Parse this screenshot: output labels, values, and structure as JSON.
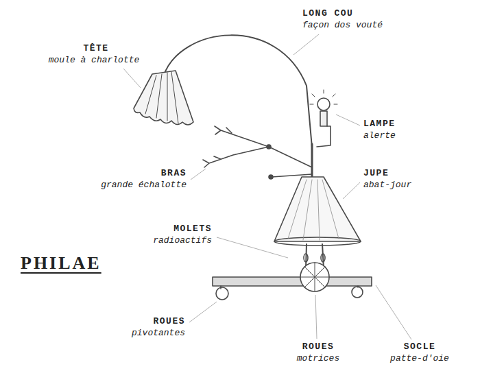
{
  "diagram": {
    "title": "PHILAE",
    "labels": [
      "LONG COU",
      "façon dos vouté",
      "TÊTE",
      "moule à charlotte",
      "LAMPE",
      "alerte",
      "BRAS",
      "grande échalotte",
      "JUPE",
      "abat-jour",
      "MOLETS",
      "radioactifs",
      "ROUES",
      "pivotantes",
      "ROUES",
      "motrices",
      "SOCLE",
      "patte-d'oie"
    ]
  }
}
